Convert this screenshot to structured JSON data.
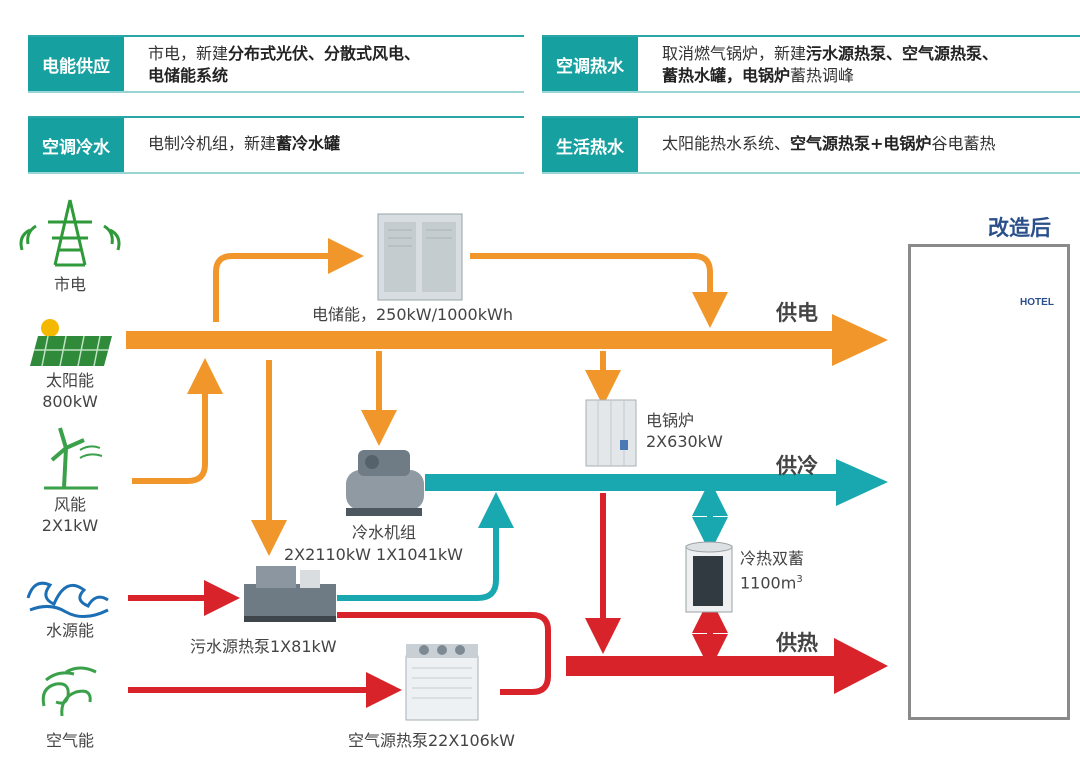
{
  "boxes": [
    {
      "tag": "电能供应",
      "line1_plain": "市电，新建",
      "line1_bold": "分布式光伏、分散式风电、",
      "line2_bold": "电储能系统",
      "line2_plain": ""
    },
    {
      "tag": "空调热水",
      "line1_plain": "取消燃气锅炉，新建",
      "line1_bold": "污水源热泵、空气源热泵、",
      "line2_bold": "蓄热水罐，电锅炉",
      "line2_plain": "蓄热调峰"
    },
    {
      "tag": "空调冷水",
      "line1_plain": "电制冷机组，新建",
      "line1_bold": "蓄冷水罐",
      "line2_bold": "",
      "line2_plain": ""
    },
    {
      "tag": "生活热水",
      "line1_plain": "太阳能热水系统、",
      "line1_bold": "空气源热泵+电锅炉",
      "line1_tail": "谷电蓄热",
      "line2_bold": "",
      "line2_plain": ""
    }
  ],
  "sources": {
    "grid": "市电",
    "solar_name": "太阳能",
    "solar_cap": "800kW",
    "wind_name": "风能",
    "wind_cap": "2X1kW",
    "water": "水源能",
    "air": "空气能"
  },
  "equipment": {
    "storage": "电储能，250kW/1000kWh",
    "boiler_name": "电锅炉",
    "boiler_cap": "2X630kW",
    "chiller_name": "冷水机组",
    "chiller_cap": "2X2110kW  1X1041kW",
    "tank_name": "冷热双蓄",
    "tank_cap": "1100m",
    "tank_sup": "3",
    "sewage_hp": "污水源热泵1X81kW",
    "air_hp": "空气源热泵22X106kW"
  },
  "flows": {
    "power": "供电",
    "cooling": "供冷",
    "heating": "供热"
  },
  "panel": {
    "title": "改造后",
    "hotel_sign": "HOTEL"
  },
  "colors": {
    "orange": "#f0962a",
    "teal": "#1aa8b0",
    "red": "#d8232a",
    "tag_bg": "#17a0a0",
    "green": "#2f9a3a",
    "blue": "#2a6fb5"
  }
}
